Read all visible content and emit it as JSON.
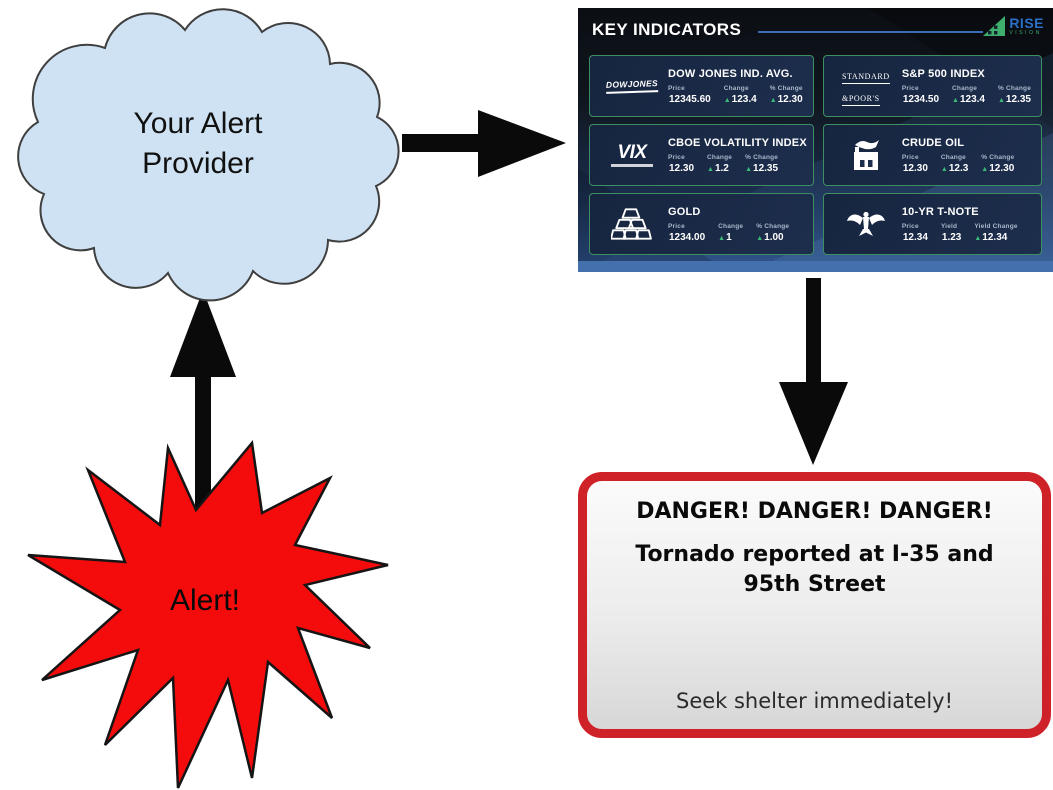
{
  "cloud": {
    "label": "Your Alert Provider"
  },
  "alert_burst": {
    "label": "Alert!"
  },
  "dashboard": {
    "title": "KEY INDICATORS",
    "logo": {
      "brand": "RISE",
      "brand_sub": "VISION"
    },
    "cards": [
      {
        "logo_text": "DOWJONES",
        "title": "DOW JONES IND. AVG.",
        "fields": [
          {
            "label": "Price",
            "marker": "",
            "value": "12345.60"
          },
          {
            "label": "Change",
            "marker": "▲",
            "value": "123.4"
          },
          {
            "label": "% Change",
            "marker": "▲",
            "value": "12.30"
          }
        ]
      },
      {
        "logo_text_line1": "STANDARD",
        "logo_text_line2": "&POOR'S",
        "title": "S&P 500 INDEX",
        "fields": [
          {
            "label": "Price",
            "marker": "",
            "value": "1234.50"
          },
          {
            "label": "Change",
            "marker": "▲",
            "value": "123.4"
          },
          {
            "label": "% Change",
            "marker": "▲",
            "value": "12.35"
          }
        ]
      },
      {
        "logo_text": "VIX",
        "title": "CBOE VOLATILITY INDEX",
        "fields": [
          {
            "label": "Price",
            "marker": "",
            "value": "12.30"
          },
          {
            "label": "Change",
            "marker": "▲",
            "value": "1.2"
          },
          {
            "label": "% Change",
            "marker": "▲",
            "value": "12.35"
          }
        ]
      },
      {
        "title": "CRUDE OIL",
        "fields": [
          {
            "label": "Price",
            "marker": "",
            "value": "12.30"
          },
          {
            "label": "Change",
            "marker": "▲",
            "value": "12.3"
          },
          {
            "label": "% Change",
            "marker": "▲",
            "value": "12.30"
          }
        ]
      },
      {
        "title": "GOLD",
        "fields": [
          {
            "label": "Price",
            "marker": "",
            "value": "1234.00"
          },
          {
            "label": "Change",
            "marker": "▲",
            "value": "1"
          },
          {
            "label": "% Change",
            "marker": "▲",
            "value": "1.00"
          }
        ]
      },
      {
        "title": "10-YR T-NOTE",
        "fields": [
          {
            "label": "Price",
            "marker": "",
            "value": "12.34"
          },
          {
            "label": "Yield",
            "marker": "",
            "value": "1.23"
          },
          {
            "label": "Yield Change",
            "marker": "▲",
            "value": "12.34"
          }
        ]
      }
    ]
  },
  "alert_box": {
    "heading": "DANGER! DANGER! DANGER!",
    "message": "Tornado reported at I-35 and 95th Street",
    "footer": "Seek shelter immediately!"
  },
  "colors": {
    "cloud_fill": "#cfe2f3",
    "burst_red": "#f40b0b",
    "alert_border_red": "#cf2128",
    "up_green": "#3cb878",
    "card_border_green": "#3e8e63",
    "header_line_blue": "#3a6db5",
    "logo_blue": "#2b6fc6",
    "logo_green": "#3faf6e"
  }
}
